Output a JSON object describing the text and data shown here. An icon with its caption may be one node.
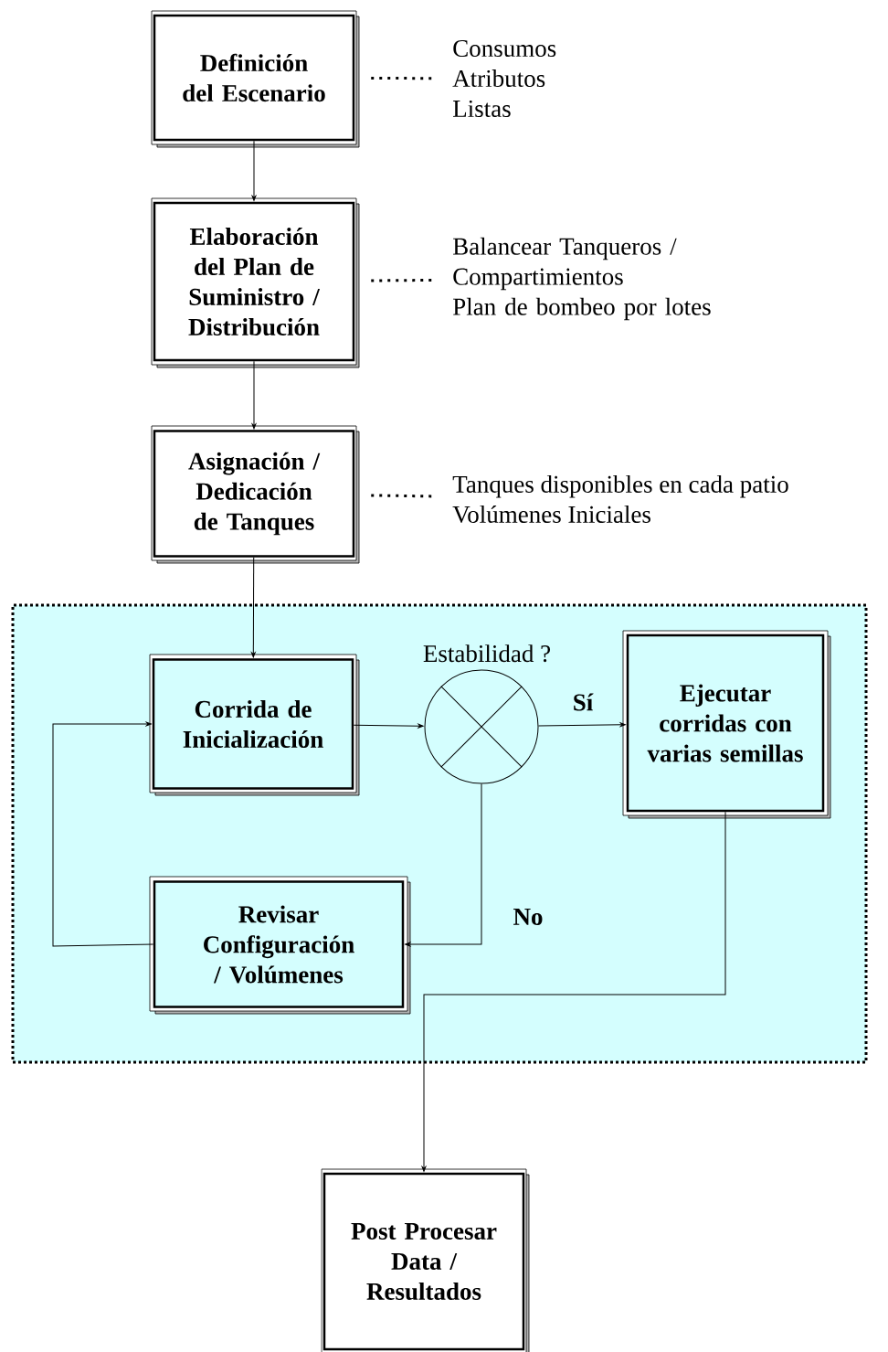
{
  "diagram": {
    "nodes": [
      {
        "text": [
          "Definición del Escenario"
        ]
      },
      {
        "text": [
          "Consumos",
          "Atributos",
          "Listas"
        ]
      },
      {
        "text": [
          "Elaboración del Plan de Suministro / Distribución"
        ]
      },
      {
        "text": [
          "Balancear Tanqueros / Compartimientos",
          "Plan de bombeo por lotes"
        ]
      },
      {
        "text": [
          "Asignación / Dedicación de Tanques"
        ]
      },
      {
        "text": [
          "Tanques disponibles en cada patio",
          "Volúmenes Iniciales"
        ]
      },
      {
        "text": [],
        "shape": "box"
      },
      {
        "text": [
          "Corrida de Inicialización"
        ],
        "in": 6
      },
      {
        "text": [
          "Estabilidad ?"
        ],
        "in": 6
      },
      {
        "text": [
          "Ejecutar corridas con varias semillas"
        ],
        "in": 6
      },
      {
        "text": [
          "Revisar Configuración / Volúmenes"
        ],
        "in": 6
      },
      {
        "text": [
          "Post Procesar Data / Resultados"
        ]
      }
    ],
    "edges": [
      {
        "from": 0,
        "to": 2,
        "arrow": "to"
      },
      {
        "from": 2,
        "to": 4,
        "arrow": "to"
      },
      {
        "from": 4,
        "to": 7,
        "arrow": "to"
      },
      {
        "from": 7,
        "to": 8,
        "arrow": "to"
      },
      {
        "from": 8,
        "to": 9,
        "arrow": "to",
        "label": "Sí"
      },
      {
        "from": 8,
        "to": 10,
        "arrow": "to",
        "label": "No"
      },
      {
        "from": 10,
        "to": 7,
        "arrow": "to"
      },
      {
        "from": 9,
        "to": 11,
        "arrow": "to"
      },
      {
        "from": 0,
        "to": 1,
        "arrow": "none",
        "style": "dashed"
      },
      {
        "from": 2,
        "to": 3,
        "arrow": "none",
        "style": "dashed"
      },
      {
        "from": 4,
        "to": 5,
        "arrow": "none",
        "style": "dashed"
      }
    ]
  }
}
